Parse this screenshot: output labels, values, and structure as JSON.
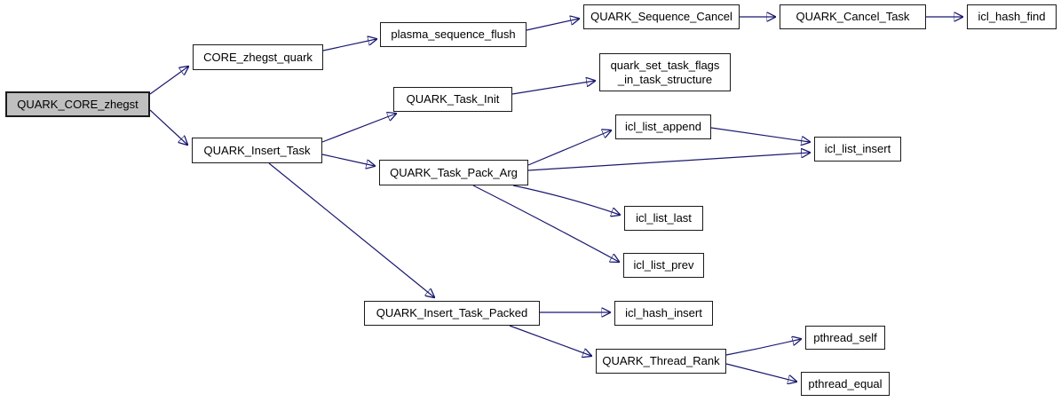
{
  "diagram": {
    "type": "call-graph",
    "root": "QUARK_CORE_zhegst",
    "colors": {
      "background": "#ffffff",
      "edge": "#191970",
      "node_border": "#1a1a1a",
      "node_fill": "#ffffff",
      "root_fill": "#bfbfbf",
      "text": "#000000"
    },
    "nodes": {
      "quark_core_zhegst": {
        "label": "QUARK_CORE_zhegst",
        "highlighted": true
      },
      "core_zhegst_quark": {
        "label": "CORE_zhegst_quark"
      },
      "plasma_sequence_flush": {
        "label": "plasma_sequence_flush"
      },
      "quark_sequence_cancel": {
        "label": "QUARK_Sequence_Cancel"
      },
      "quark_cancel_task": {
        "label": "QUARK_Cancel_Task"
      },
      "icl_hash_find": {
        "label": "icl_hash_find"
      },
      "quark_insert_task": {
        "label": "QUARK_Insert_Task"
      },
      "quark_task_init": {
        "label": "QUARK_Task_Init"
      },
      "quark_set_task_flags_in_task_structure": {
        "label": "quark_set_task_flags\n_in_task_structure"
      },
      "quark_task_pack_arg": {
        "label": "QUARK_Task_Pack_Arg"
      },
      "icl_list_append": {
        "label": "icl_list_append"
      },
      "icl_list_insert": {
        "label": "icl_list_insert"
      },
      "icl_list_last": {
        "label": "icl_list_last"
      },
      "icl_list_prev": {
        "label": "icl_list_prev"
      },
      "quark_insert_task_packed": {
        "label": "QUARK_Insert_Task_Packed"
      },
      "icl_hash_insert": {
        "label": "icl_hash_insert"
      },
      "quark_thread_rank": {
        "label": "QUARK_Thread_Rank"
      },
      "pthread_self": {
        "label": "pthread_self"
      },
      "pthread_equal": {
        "label": "pthread_equal"
      }
    },
    "edges": [
      {
        "from": "QUARK_CORE_zhegst",
        "to": "CORE_zhegst_quark"
      },
      {
        "from": "QUARK_CORE_zhegst",
        "to": "QUARK_Insert_Task"
      },
      {
        "from": "CORE_zhegst_quark",
        "to": "plasma_sequence_flush"
      },
      {
        "from": "plasma_sequence_flush",
        "to": "QUARK_Sequence_Cancel"
      },
      {
        "from": "QUARK_Sequence_Cancel",
        "to": "QUARK_Cancel_Task"
      },
      {
        "from": "QUARK_Cancel_Task",
        "to": "icl_hash_find"
      },
      {
        "from": "QUARK_Insert_Task",
        "to": "QUARK_Task_Init"
      },
      {
        "from": "QUARK_Task_Init",
        "to": "quark_set_task_flags_in_task_structure"
      },
      {
        "from": "QUARK_Insert_Task",
        "to": "QUARK_Task_Pack_Arg"
      },
      {
        "from": "QUARK_Insert_Task",
        "to": "QUARK_Insert_Task_Packed"
      },
      {
        "from": "QUARK_Task_Pack_Arg",
        "to": "icl_list_append"
      },
      {
        "from": "icl_list_append",
        "to": "icl_list_insert"
      },
      {
        "from": "QUARK_Task_Pack_Arg",
        "to": "icl_list_insert"
      },
      {
        "from": "QUARK_Task_Pack_Arg",
        "to": "icl_list_last"
      },
      {
        "from": "QUARK_Task_Pack_Arg",
        "to": "icl_list_prev"
      },
      {
        "from": "QUARK_Insert_Task_Packed",
        "to": "icl_hash_insert"
      },
      {
        "from": "QUARK_Insert_Task_Packed",
        "to": "QUARK_Thread_Rank"
      },
      {
        "from": "QUARK_Thread_Rank",
        "to": "pthread_self"
      },
      {
        "from": "QUARK_Thread_Rank",
        "to": "pthread_equal"
      }
    ]
  }
}
